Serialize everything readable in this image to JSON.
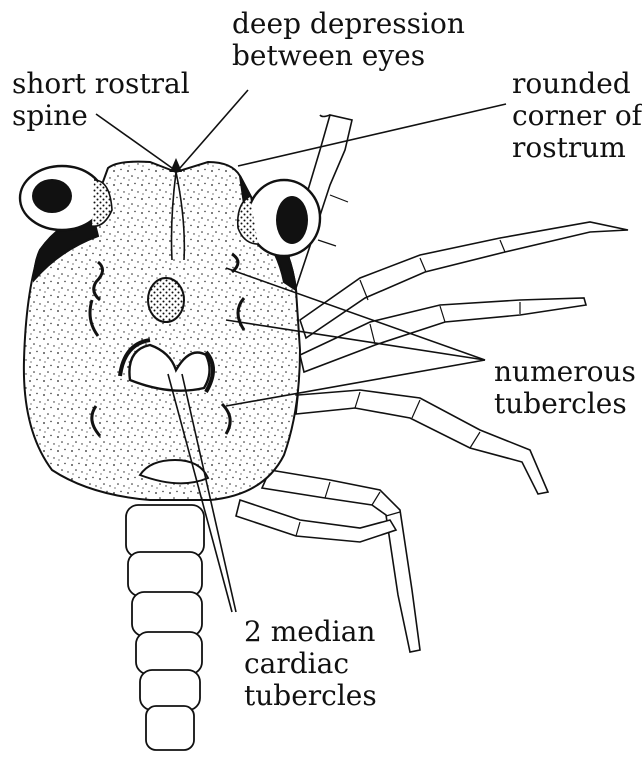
{
  "labels": {
    "deep_depression": [
      "deep depression",
      "between eyes"
    ],
    "short_rostral_spine": [
      "short rostral",
      "spine"
    ],
    "rounded_corner": [
      "rounded",
      "corner of",
      "rostrum"
    ],
    "numerous_tubercles": [
      "numerous",
      "tubercles"
    ],
    "median_cardiac": [
      "2 median",
      "cardiac",
      "tubercles"
    ]
  }
}
